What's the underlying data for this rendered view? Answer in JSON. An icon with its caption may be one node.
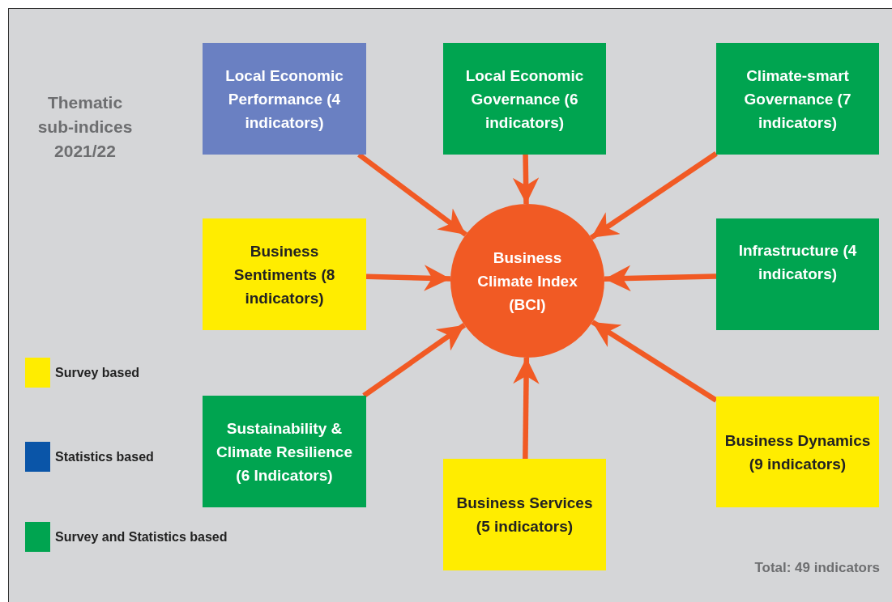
{
  "diagram": {
    "nodes": [
      {
        "text": [
          "Local Economic Performance (4 indicators)"
        ]
      },
      {
        "text": [
          "Local Economic Governance (6 indicators)"
        ]
      },
      {
        "text": [
          "Climate-smart Governance (7 indicators)"
        ]
      },
      {
        "text": [
          "Business Sentiments (8 indicators)"
        ]
      },
      {
        "text": [
          "Business Climate Index (BCI)"
        ]
      },
      {
        "text": [
          "Infrastructure (4 indicators)"
        ]
      },
      {
        "text": [
          "Sustainability & Climate Resilience (6 Indicators)"
        ]
      },
      {
        "text": [
          "Business Dynamics (9 indicators)"
        ]
      },
      {
        "text": [
          "Business Services (5 indicators)"
        ]
      }
    ],
    "edges": [
      {
        "from": 0,
        "to": 4,
        "arrow": "to"
      },
      {
        "from": 1,
        "to": 4,
        "arrow": "to"
      },
      {
        "from": 2,
        "to": 4,
        "arrow": "to"
      },
      {
        "from": 3,
        "to": 4,
        "arrow": "to"
      },
      {
        "from": 5,
        "to": 4,
        "arrow": "to"
      },
      {
        "from": 6,
        "to": 4,
        "arrow": "to"
      },
      {
        "from": 7,
        "to": 4,
        "arrow": "to"
      },
      {
        "from": 8,
        "to": 4,
        "arrow": "to"
      }
    ],
    "labels": [
      "Thematic sub-indices 2021/22",
      "Total: 49 indicators"
    ],
    "legend": [
      {
        "text": "Survey based",
        "color": "#ffed00"
      },
      {
        "text": "Statistics based",
        "color": "#0a55a8"
      },
      {
        "text": "Survey and Statistics based",
        "color": "#00a450"
      }
    ]
  }
}
